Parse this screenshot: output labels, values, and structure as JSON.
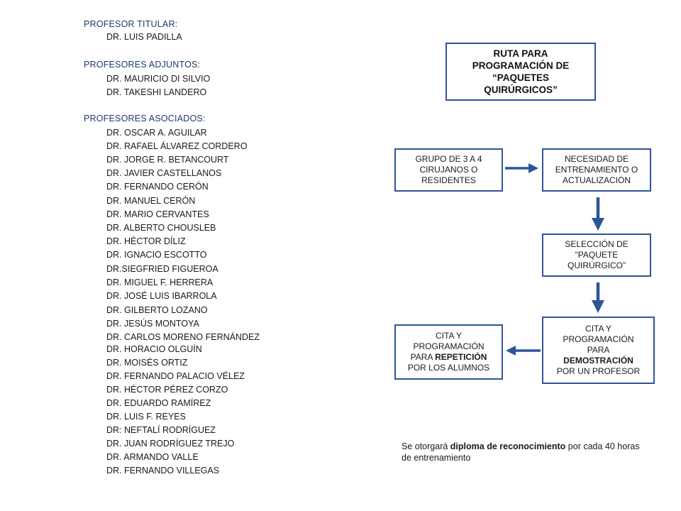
{
  "faculty": {
    "titular_heading": "PROFESOR TITULAR:",
    "titular": [
      "DR. LUIS PADILLA"
    ],
    "adjuntos_heading": "PROFESORES ADJUNTOS:",
    "adjuntos": [
      "DR. MAURICIO  DI SILVIO",
      "DR. TAKESHI LANDERO"
    ],
    "asociados_heading": "PROFESORES ASOCIADOS:",
    "asociados": [
      "DR. OSCAR A. AGUILAR",
      "DR. RAFAEL ÁLVAREZ CORDERO",
      "DR. JORGE R. BETANCOURT",
      "DR. JAVIER CASTELLANOS",
      "DR. FERNANDO CERÓN",
      "DR. MANUEL CERÓN",
      "DR. MARIO CERVANTES",
      "DR. ALBERTO CHOUSLEB",
      "DR. HÉCTOR  DÍLIZ",
      "DR. IGNACIO  ESCOTTO",
      "DR.SIEGFRIED FIGUEROA",
      "DR. MIGUEL F. HERRERA",
      "DR. JOSÉ LUIS IBARROLA",
      "DR. GILBERTO  LOZANO",
      "DR. JESÚS MONTOYA",
      "DR. CARLOS MORENO FERNÁNDEZ",
      "DR. HORACIO  OLGUÍN",
      "DR. MOISÉS  ORTIZ",
      "DR. FERNANDO PALACIO VÉLEZ",
      "DR. HÉCTOR  PÉREZ CORZO",
      "DR. EDUARDO RAMÍREZ",
      "DR. LUIS F. REYES",
      "DR: NEFTALÍ RODRÍGUEZ",
      "DR. JUAN RODRÍGUEZ  TREJO",
      "DR. ARMANDO  VALLE",
      "DR. FERNANDO VILLEGAS"
    ]
  },
  "flow": {
    "title": [
      "RUTA PARA",
      "PROGRAMACIÓN DE",
      "“PAQUETES",
      "QUIRÚRGICOS”"
    ],
    "grupo": [
      "GRUPO DE 3 A 4",
      "CIRUJANOS  O",
      "RESIDENTES"
    ],
    "necesidad": [
      "NECESIDAD  DE",
      "ENTRENAMIENTO  O",
      "ACTUALIZACIÓN"
    ],
    "seleccion": [
      "SELECCIÓN  DE",
      "“PAQUETE",
      "QUIRÚRGICO”"
    ],
    "demostracion": {
      "l1": "CITA  Y",
      "l2": "PROGRAMACIÓN",
      "l3": "PARA",
      "l4_bold": "DEMOSTRACIÓN",
      "l5": "POR UN PROFESOR"
    },
    "repeticion": {
      "l1": "CITA  Y",
      "l2": "PROGRAMACIÓN",
      "l3_prefix": "PARA ",
      "l3_bold": "REPETICIÓN",
      "l4": "POR LOS ALUMNOS"
    }
  },
  "note": {
    "prefix": " Se otorgará ",
    "bold": "diploma de reconocimiento",
    "suffix": " por cada 40 horas de entrenamiento"
  },
  "colors": {
    "box_border": "#2f5597",
    "arrow": "#2f5597",
    "heading_text": "#1f3a6b"
  }
}
